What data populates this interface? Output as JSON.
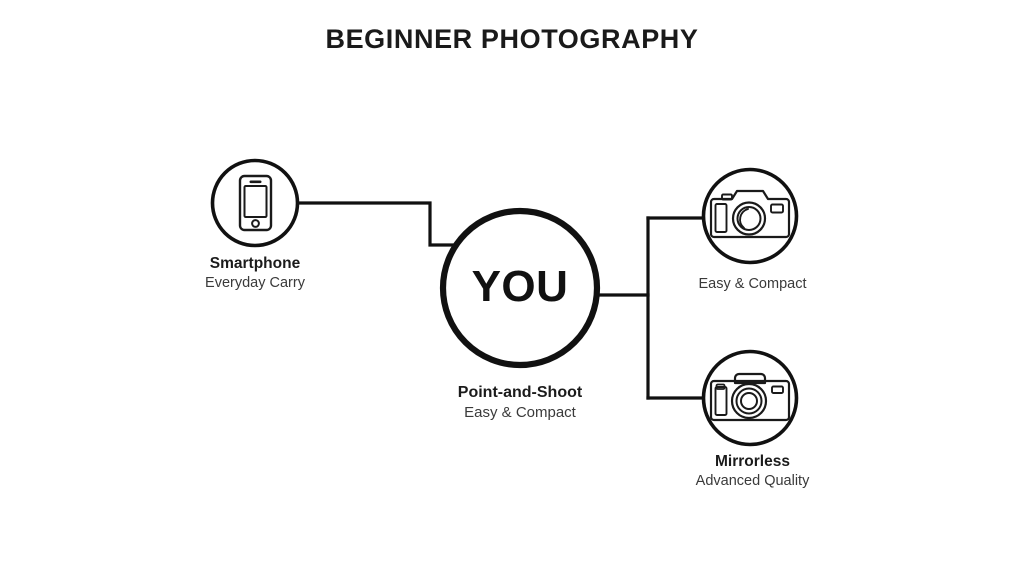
{
  "title": "BEGINNER PHOTOGRAPHY",
  "theme": {
    "background": "#ffffff",
    "stroke": "#111111",
    "title_color": "#1a1a1a",
    "label_color": "#1b1b1b",
    "sub_color": "#3a3a3a"
  },
  "center": {
    "text": "YOU",
    "name": "Point-and-Shoot",
    "sub": "Easy & Compact"
  },
  "nodes": [
    {
      "id": "smartphone",
      "icon": "smartphone-icon",
      "name": "Smartphone",
      "sub": "Everyday Carry"
    },
    {
      "id": "compact-camera",
      "icon": "compact-camera-icon",
      "name": "",
      "sub": "Easy & Compact"
    },
    {
      "id": "mirrorless",
      "icon": "mirrorless-camera-icon",
      "name": "Mirrorless",
      "sub": "Advanced Quality"
    }
  ]
}
